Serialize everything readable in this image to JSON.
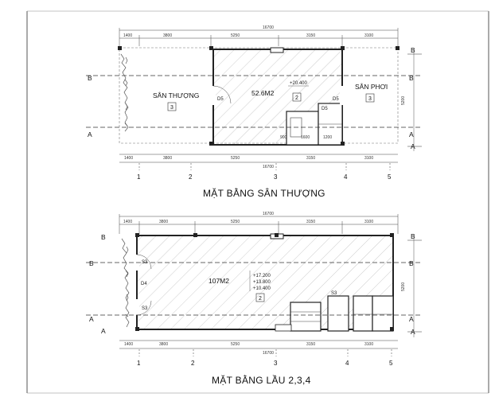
{
  "plan_top": {
    "title": "MẶT BẰNG SÂN THƯỢNG",
    "dims_top": [
      "1400",
      "3800",
      "5250",
      "3150",
      "3100"
    ],
    "dim_total_top": "16700",
    "dims_bottom": [
      "1400",
      "3800",
      "5250",
      "3150",
      "3100"
    ],
    "dim_total_bottom": "16700",
    "dim_side": "5200",
    "grid_cols": [
      "1",
      "2",
      "3",
      "4",
      "5"
    ],
    "axis_left": [
      "B",
      "A"
    ],
    "axis_right": [
      "B",
      "B",
      "A",
      "A"
    ],
    "room_left": {
      "name": "SÂN THƯỢNG",
      "tag": "3"
    },
    "room_center": {
      "area": "52.6M2",
      "level": "+20.400",
      "tag": "2"
    },
    "room_right": {
      "name": "SÂN PHƠI",
      "tag": "3"
    },
    "door_labels": [
      "D5",
      "D5",
      "D5"
    ],
    "small_dims": [
      "900",
      "1600",
      "1200"
    ]
  },
  "plan_bottom": {
    "title": "MẶT BẰNG LẦU 2,3,4",
    "dims_top": [
      "1400",
      "3800",
      "5250",
      "3150",
      "3100"
    ],
    "dim_total_top": "16700",
    "dims_bottom": [
      "1400",
      "3800",
      "5250",
      "3150",
      "3100"
    ],
    "dim_total_bottom": "16700",
    "dim_side": "5200",
    "grid_cols": [
      "1",
      "2",
      "3",
      "4",
      "5"
    ],
    "axis_left": [
      "B",
      "B",
      "A",
      "A"
    ],
    "axis_right": [
      "B",
      "B",
      "A",
      "A"
    ],
    "room_center": {
      "area": "107M2",
      "levels": [
        "+17.200",
        "+13.800",
        "+10.400"
      ],
      "tag": "2"
    },
    "door_labels": [
      "S3",
      "D4",
      "S3",
      "S3"
    ]
  }
}
